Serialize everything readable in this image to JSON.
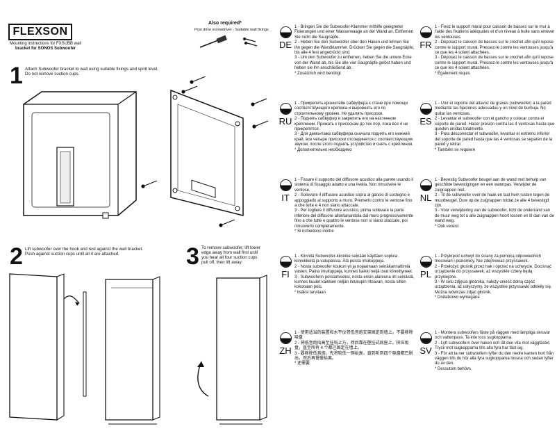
{
  "header": {
    "brand": "FLEXSON",
    "subtitle_line1": "Mounting instructions for FXSUBB wall",
    "subtitle_line2": "bracket for SONOS Subwoofer",
    "also_required": "Also required*",
    "also_required_items": "Posi drive screwdriver  -  Suitable wall fixings"
  },
  "steps": [
    {
      "number": "1",
      "text_1": "Attach Subwoofer bracket to wall using suitable fixings and spirit level.",
      "text_2": "Do not remove suction cups."
    },
    {
      "number": "2",
      "text_1": "Lift subwoofer over the hook and rest against the wall bracket.",
      "text_2": "Push against suction cups until all 4 are attached."
    },
    {
      "number": "3",
      "text_1": "To remove subwoofer, lift lower",
      "text_2": "edge away from wall first until",
      "text_3": "you hear all four suction cups",
      "text_4": "pull off, then lift away."
    }
  ],
  "languages": [
    {
      "code": "DE",
      "lines": [
        "1 - Bringen Sie die Subwoofer-Klammer mithilfe geeigneter Fixierungen und einer Wasserwaage an der Wand an. Entfernen Sie nicht die Saugnäpfe.",
        "2 - Heben Sie den Subwoofer über den Haken und lehnen Sie ihn gegen die Wandklammer. Drücken Sie gegen die Saugnäpfe, bis alle 4 fest angedrückt sind.",
        "3 - Um den Subwoofer zu entfernen, heben Sie die untere Ecke von der Wand ab, bis Sie alle vier Saugnäpfe gelöst haben und heben sie ihn anschließend ab.",
        "* Zusätzlich wird benötigt"
      ]
    },
    {
      "code": "FR",
      "lines": [
        "1 - Fixez le support mural pour caisson de basses sur le mur à l'aide des fixations adéquates et d'un niveau à bulle sans enlever les ventouses.",
        "2 - Déposez le caisson de basses sur le crochet afin qu'il repose contre le support mural. Pressez-le contre les ventouses jusqu'à ce que les 4 soient attachées.",
        "3 - Déposez le caisson de basses sur le crochet afin qu'il repose contre le support mural. Pressez-le contre les ventouses jusqu'à ce que les 4 soient attachées.",
        "* Également requis"
      ]
    },
    {
      "code": "RU",
      "lines": [
        "1 - Прикрепить кронштейн сабвуфера к стене при помощи соответствующего крепежа и выровнять его по строительному уровню. Не удалять присоски.",
        "2 - Поднять сабвуфер и закрепить его на настенном креплении. Прижать к присоскам до тех пор, пока все 4 не прикрепятся.",
        "3 - Для демонтажа сабвуфера сначала поднять его нижний край, все четыре присоски отсоединятся с соответствующим звуком, после этого поднять устройство и снять с крепления.",
        "* Дополнительно необходимо"
      ]
    },
    {
      "code": "ES",
      "lines": [
        "1 - Unir el soporte del altavoz de graves (subwoofer) a la pared mediante las fijaciones adecuadas y un nivel de burbuja. No quitar las ventosas.",
        "2 - Levantar el subwoofer con el gancho y colocar contra el soporte de pared. Hacer presión contra las 4 ventosas hasta que queden unidas totalmente.",
        "3 - Para desconectar el subwoofer, levantar el extremo inferior del soporte de pared hasta que las 4 ventosas se separen de la pared y retirar.",
        "* También se requiere"
      ]
    },
    {
      "code": "IT",
      "lines": [
        "1 - Fissare il supporto del diffusore acustico alla parete usando il sistema di fissaggio adatto e una livella. Non rimuovere le ventose.",
        "2 - Sollevare il diffusore acustico sopra al gancio di sostegno e appoggiarlo al supporto a muro. Premerlo contro le ventose fino a che tutte e 4 non siano attaccate.",
        "3 - Per togliere il diffusore acustico, prima sollevare la parte inferiore del diffusore allontanandola dal muro progressivamente fino a che tutte e quattro le ventose non si siano staccate, poi rimuoverlo completamente.",
        "* Si richiedono inoltre"
      ]
    },
    {
      "code": "NL",
      "lines": [
        "1 - Bevestig Subwoofer beugel aan de wand met behulp van geschikte bevestigingen en een waterpas. Verwijder de zuignappen niet.",
        "2 - Til de subwoofer over de haak en laat hem rusten tegen de muurbeugel. Duw op de zuignappen totdat ze alle 4 bevestigd zijn.",
        "3 - Voor verwijdering van de subwoofer, licht de onderrand van de muur weg tot u alle zuignappen hoort lossen en til dan van de wand weg.",
        "* Ook vereist"
      ]
    },
    {
      "code": "FI",
      "lines": [
        "1 - Kiinnitä Subwoofer-kiinnike seinään käyttäen sopivia kiinnikkeitä ja vatupassia. Älä poista imukuppeja.",
        "2 - Nosta subwoofer koukun yli ja nojaamaan seinäkannattimia vasten. Paina imukuppeja, kunnes kaikki neljä ovat kiinnittyneet.",
        "3 - Subwooferin poistamiseksi, nosta ensin alareuna irti seinästä, kunnes kuulet kaikkien neljän imukupin irtoavan, nosta sitten kokonaan pois.",
        "* lisäksi tarvitaan"
      ]
    },
    {
      "code": "PL",
      "lines": [
        "1 - Przykręcić uchwyt do ściany za pomocą odpowiednich mocowań i poziomicy. Nie zdejmować przyssawek.",
        "2 - Przełożyć głośnik przez hak i oprzeć na uchwycie. Docisnąć urządzenie do przyssawek, aż wszystkie cztery będą przyklejone.",
        "3 - W celu zdjęcia głośnika, należy unieść dolną część urządzenia, aż usłyszymy, że wszystkie przyssawki odkleiły się. Można wówczas zdjąć głośnik.",
        "* Dodatkowo wymagane"
      ]
    },
    {
      "code": "ZH",
      "lines": [
        "1 - 使用适当的装置和水平仪将低音炮支架固定到墙上。不要移除吸盘",
        "2 - 将低音炮抬高至挂钩上方，然后靠在壁挂式底座上。挤压吸盘，直至所有 4 个都已固定在墙上。",
        "3 - 要移除低音炮，先将较低一侧抬高，直到听到四个吸盘都已脱出，然后再慢慢抬离。",
        "* 还需要"
      ]
    },
    {
      "code": "SV",
      "lines": [
        "1 - Montera subwoofers fäste på väggen med lämpliga skruvar och vattenpass. Ta inte loss sugkopparna.",
        "2 - Lyft subwoofern över haken och låt den vila mot väggfästet. Tryck mot sugkopparna tills alla fyra har fäst sig.",
        "3 - För att ta ner subwoofern lyfter du den nedre kanten bort från väggen tills du hör alla fyra sugkopparna lossna och sedan lyfter du av den.",
        "* Dessutom behövs"
      ]
    }
  ]
}
